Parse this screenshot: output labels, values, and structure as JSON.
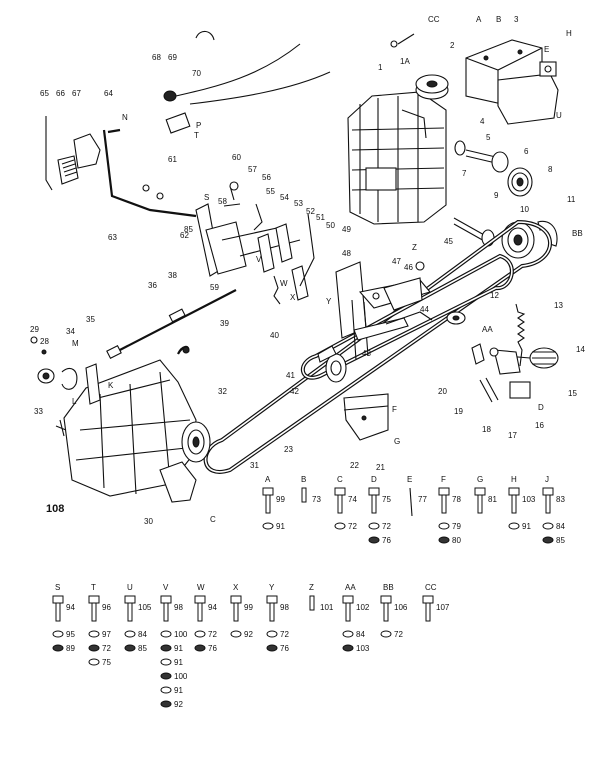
{
  "diagram": {
    "part_callouts": [
      "1",
      "1A",
      "2",
      "3",
      "4",
      "5",
      "6",
      "7",
      "8",
      "9",
      "10",
      "11",
      "12",
      "13",
      "14",
      "15",
      "16",
      "17",
      "18",
      "19",
      "20",
      "21",
      "22",
      "23",
      "29",
      "28",
      "30",
      "31",
      "32",
      "33",
      "34",
      "35",
      "36",
      "38",
      "39",
      "40",
      "41",
      "42",
      "43",
      "44",
      "45",
      "46",
      "47",
      "48",
      "49",
      "50",
      "51",
      "52",
      "53",
      "54",
      "55",
      "56",
      "57",
      "58",
      "59",
      "60",
      "61",
      "62",
      "63",
      "64",
      "65",
      "66",
      "67",
      "68",
      "69",
      "70",
      "80",
      "85"
    ],
    "letter_callouts": [
      "A",
      "B",
      "E",
      "H",
      "U",
      "CC",
      "N",
      "P",
      "S",
      "T",
      "V",
      "W",
      "X",
      "Y",
      "Z",
      "AA",
      "BB",
      "D",
      "F",
      "G",
      "K",
      "L",
      "M",
      "C"
    ],
    "assembly_label": "108",
    "hardware_columns": [
      {
        "key": "A",
        "items": [
          "99",
          "91"
        ]
      },
      {
        "key": "B",
        "items": [
          "73"
        ]
      },
      {
        "key": "C",
        "items": [
          "74",
          "72"
        ]
      },
      {
        "key": "D",
        "items": [
          "75",
          "72",
          "76"
        ]
      },
      {
        "key": "E",
        "items": [
          "77"
        ]
      },
      {
        "key": "F",
        "items": [
          "78",
          "79",
          "80"
        ]
      },
      {
        "key": "G",
        "items": [
          "81"
        ]
      },
      {
        "key": "H",
        "items": [
          "103",
          "91"
        ]
      },
      {
        "key": "J",
        "items": [
          "83",
          "84",
          "85"
        ]
      },
      {
        "key": "S",
        "items": [
          "94",
          "95",
          "89"
        ]
      },
      {
        "key": "T",
        "items": [
          "96",
          "97",
          "72",
          "75"
        ]
      },
      {
        "key": "U",
        "items": [
          "105",
          "84",
          "85"
        ]
      },
      {
        "key": "V",
        "items": [
          "98",
          "100",
          "91",
          "91",
          "100",
          "91",
          "92"
        ]
      },
      {
        "key": "W",
        "items": [
          "94",
          "72",
          "76"
        ]
      },
      {
        "key": "X",
        "items": [
          "99",
          "92"
        ]
      },
      {
        "key": "Y",
        "items": [
          "98",
          "72",
          "76"
        ]
      },
      {
        "key": "Z",
        "items": [
          "101"
        ]
      },
      {
        "key": "AA",
        "items": [
          "102",
          "84",
          "103"
        ]
      },
      {
        "key": "BB",
        "items": [
          "106",
          "72"
        ]
      },
      {
        "key": "CC",
        "items": [
          "107"
        ]
      }
    ]
  }
}
